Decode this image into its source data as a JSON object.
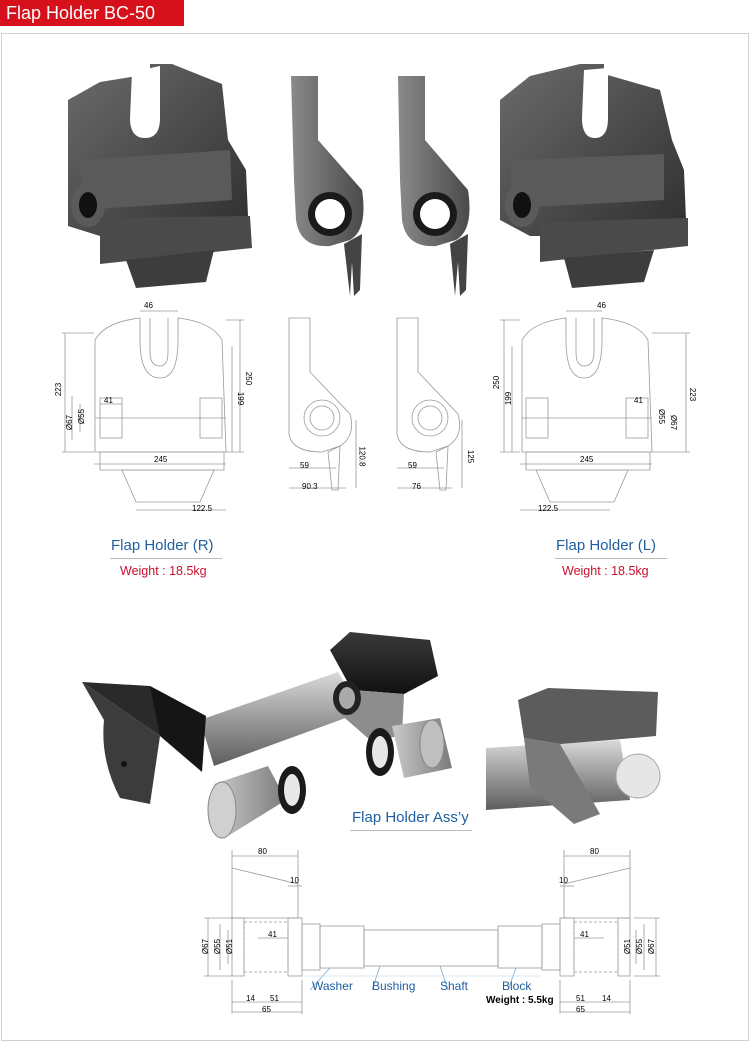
{
  "header": {
    "title": "Flap Holder BC-50"
  },
  "flap_r": {
    "caption": "Flap Holder (R)",
    "weight": "Weight : 18.5kg"
  },
  "flap_l": {
    "caption": "Flap Holder (L)",
    "weight": "Weight : 18.5kg"
  },
  "assy": {
    "caption": "Flap Holder Ass’y"
  },
  "dims_r": {
    "d46": "46",
    "d223": "223",
    "d250": "250",
    "d199": "199",
    "d41": "41",
    "d67": "Ø67",
    "d55": "Ø55",
    "d245": "245",
    "d1225": "122.5"
  },
  "dims_side_r": {
    "d59": "59",
    "d1208": "120.8",
    "d903": "90.3"
  },
  "dims_side_l": {
    "d59": "59",
    "d125": "125",
    "d76": "76"
  },
  "dims_l": {
    "d46": "46",
    "d250": "250",
    "d199": "199",
    "d223": "223",
    "d41": "41",
    "d55": "Ø55",
    "d67": "Ø67",
    "d245": "245",
    "d1225": "122.5"
  },
  "dims_assy": {
    "d80": "80",
    "d10": "10",
    "d41": "41",
    "d67": "Ø67",
    "d55": "Ø55",
    "d51": "Ø51",
    "d14": "14",
    "d51b": "51",
    "d65": "65"
  },
  "parts": {
    "washer": "Washer",
    "bushing": "Bushing",
    "shaft": "Shaft",
    "block": "Block",
    "block_weight": "Weight : 5.5kg"
  }
}
